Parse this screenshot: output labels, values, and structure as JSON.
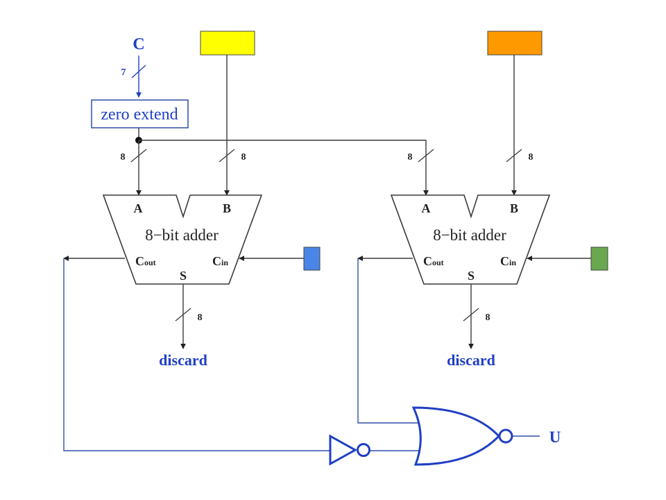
{
  "input_c": {
    "label": "C",
    "width": "7"
  },
  "zero_extend": {
    "label": "zero extend",
    "width_out": "8"
  },
  "adders": [
    {
      "label": "8−bit adder",
      "port_a": "A",
      "port_b": "B",
      "port_s": "S",
      "port_cout_main": "C",
      "port_cout_sub": "out",
      "port_cin_main": "C",
      "port_cin_sub": "in",
      "a_width": "8",
      "b_width": "8",
      "s_width": "8",
      "sum_dest": "discard"
    },
    {
      "label": "8−bit adder",
      "port_a": "A",
      "port_b": "B",
      "port_s": "S",
      "port_cout_main": "C",
      "port_cout_sub": "out",
      "port_cin_main": "C",
      "port_cin_sub": "in",
      "a_width": "8",
      "b_width": "8",
      "s_width": "8",
      "sum_dest": "discard"
    }
  ],
  "output": {
    "label": "U"
  },
  "colors": {
    "b_input_1": "#ffff00",
    "b_input_2": "#ff9900",
    "cin_input_1": "#4a86e8",
    "cin_input_2": "#6aa84f",
    "blue_text": "#1f3fc4"
  }
}
